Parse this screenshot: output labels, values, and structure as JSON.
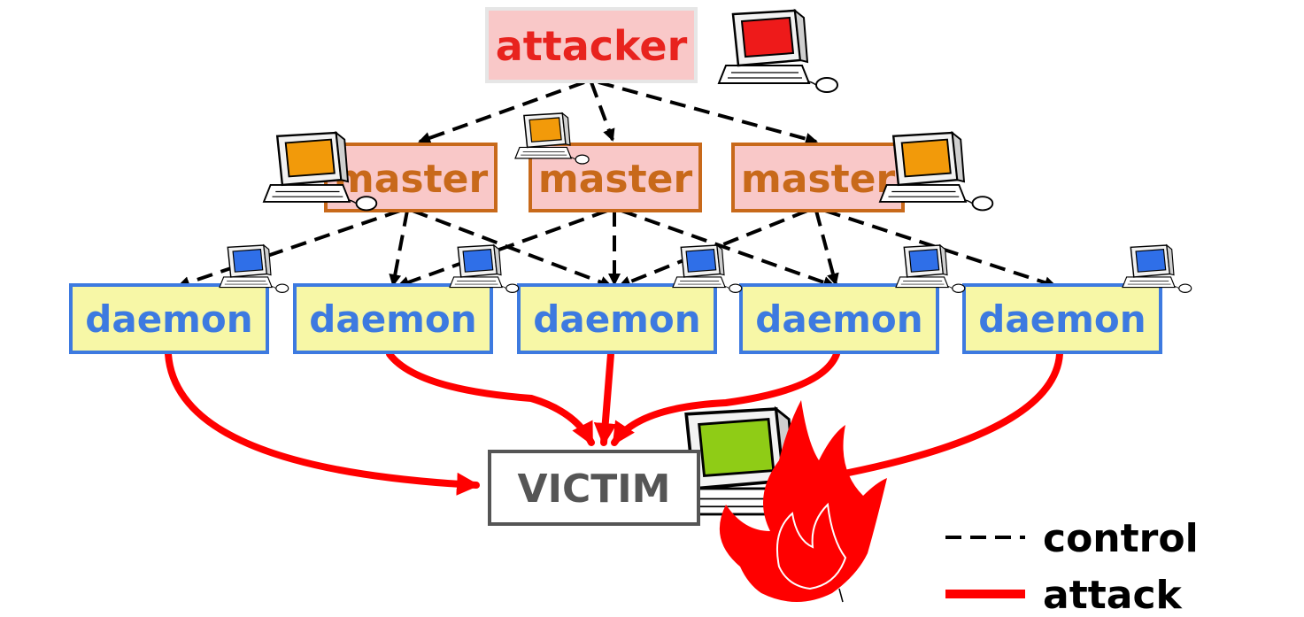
{
  "nodes": {
    "attacker": {
      "label": "attacker"
    },
    "masters": [
      {
        "label": "master"
      },
      {
        "label": "master"
      },
      {
        "label": "master"
      }
    ],
    "daemons": [
      {
        "label": "daemon"
      },
      {
        "label": "daemon"
      },
      {
        "label": "daemon"
      },
      {
        "label": "daemon"
      },
      {
        "label": "daemon"
      }
    ],
    "victim": {
      "label": "VICTIM"
    }
  },
  "legend": {
    "control": {
      "label": "control"
    },
    "attack": {
      "label": "attack"
    }
  },
  "colors": {
    "attacker_text": "#e8231e",
    "attacker_fill": "#f9c8c8",
    "attacker_border": "#e6e6e6",
    "master_text": "#c8691a",
    "master_fill": "#f9c8c8",
    "master_border": "#c8691a",
    "daemon_text": "#3d7ae0",
    "daemon_fill": "#f7f7a6",
    "daemon_border": "#3d7ae0",
    "victim_text": "#555555",
    "victim_border": "#555555",
    "control_line": "#000000",
    "attack_line": "#ff0000",
    "legend_text": "#000000"
  },
  "icons": [
    "computer-icon-red",
    "computer-icon-orange",
    "computer-icon-blue",
    "computer-icon-green",
    "fire-icon"
  ]
}
